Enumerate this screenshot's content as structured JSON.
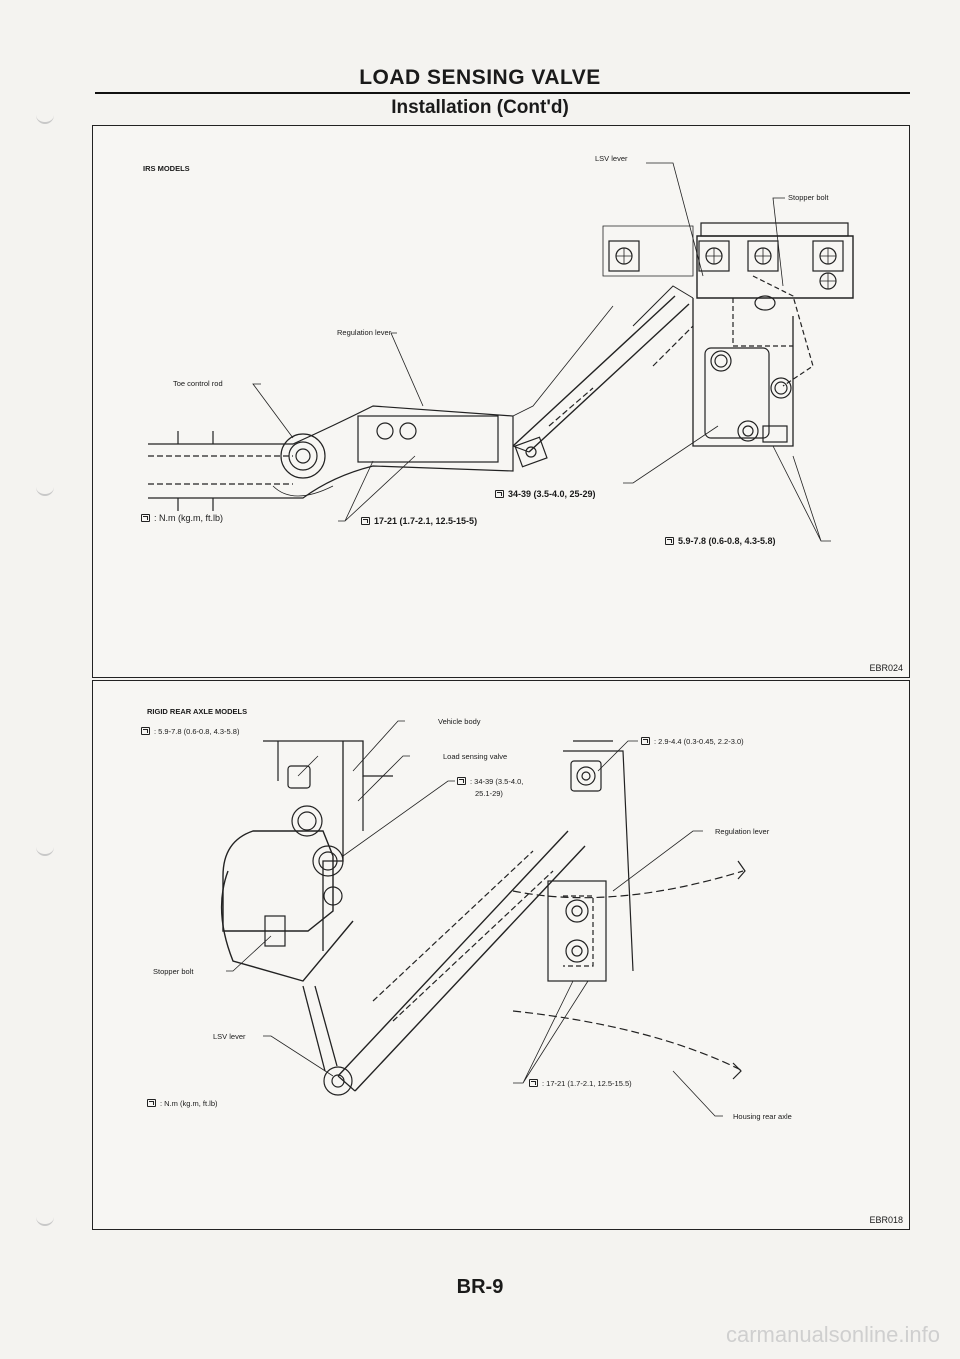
{
  "header": {
    "title": "LOAD SENSING VALVE",
    "subtitle": "Installation (Cont'd)"
  },
  "figure1": {
    "models": "IRS MODELS",
    "callouts": {
      "lsv_lever": "LSV lever",
      "stopper_bolt": "Stopper bolt",
      "regulation_lever": "Regulation lever",
      "toe_control_rod": "Toe control rod"
    },
    "torque_specs": {
      "spec_a": "34-39 (3.5-4.0, 25-29)",
      "spec_b": "17-21 (1.7-2.1, 12.5-15-5)",
      "spec_c": "5.9-7.8 (0.6-0.8, 4.3-5.8)"
    },
    "units_legend": ": N.m (kg.m, ft.lb)",
    "code": "EBR024"
  },
  "figure2": {
    "models": "RIGID REAR AXLE MODELS",
    "callouts": {
      "vehicle_body": "Vehicle body",
      "load_sensing_valve": "Load sensing valve",
      "regulation_lever": "Regulation lever",
      "stopper_bolt": "Stopper bolt",
      "lsv_lever": "LSV lever",
      "housing_rear_axle": "Housing rear axle"
    },
    "torque_specs": {
      "spec_a": ": 5.9-7.8 (0.6-0.8, 4.3-5.8)",
      "spec_b": ": 2.9-4.4 (0.3-0.45, 2.2-3.0)",
      "spec_c_line1": ": 34-39 (3.5-4.0,",
      "spec_c_line2": "25.1-29)",
      "spec_d": ": 17-21 (1.7-2.1, 12.5-15.5)"
    },
    "units_legend": ": N.m (kg.m, ft.lb)",
    "code": "EBR018"
  },
  "footer": {
    "page_number": "BR-9",
    "watermark": "carmanualsonline.info"
  }
}
